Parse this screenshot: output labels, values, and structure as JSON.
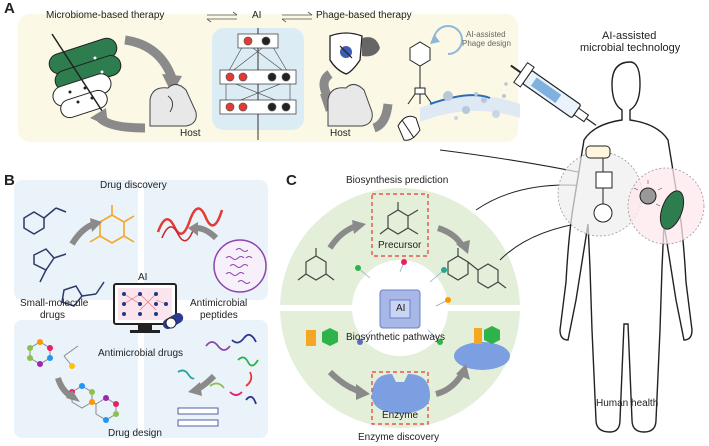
{
  "panel_a": {
    "letter": "A",
    "microbiome_label": "Microbiome-based therapy",
    "ai_label": "AI",
    "phage_label": "Phage-based therapy",
    "phage_design_label_1": "AI-assisted",
    "phage_design_label_2": "Phage design",
    "host_left": "Host",
    "host_right": "Host",
    "colors": {
      "background": "#fcf8e6",
      "nn_box": "#dcecf5",
      "red_node": "#e53935",
      "dark_node": "#222222",
      "green": "#2e7d4f"
    }
  },
  "panel_b": {
    "letter": "B",
    "drug_discovery": "Drug discovery",
    "small_molecule_1": "Small-molecule",
    "small_molecule_2": "drugs",
    "amp_1": "Antimicrobial",
    "amp_2": "peptides",
    "ai_label": "AI",
    "antimicrobial_drugs": "Antimicrobial drugs",
    "drug_design": "Drug design",
    "colors": {
      "background": "#eaf3fa",
      "orange": "#f5a623",
      "red": "#e53935",
      "purple": "#8e44ad"
    }
  },
  "panel_c": {
    "letter": "C",
    "biosynthesis_prediction": "Biosynthesis prediction",
    "precursor": "Precursor",
    "ai_label": "AI",
    "biosynthetic_pathways": "Biosynthetic pathways",
    "enzyme": "Enzyme",
    "enzyme_discovery": "Enzyme discovery",
    "colors": {
      "ring": "#e4efd9",
      "enzyme": "#7b9fe0",
      "green_hex": "#2db34a",
      "orange_block": "#f5a623"
    }
  },
  "right": {
    "title_1": "AI-assisted",
    "title_2": "microbial technology",
    "human_health": "Human health"
  }
}
